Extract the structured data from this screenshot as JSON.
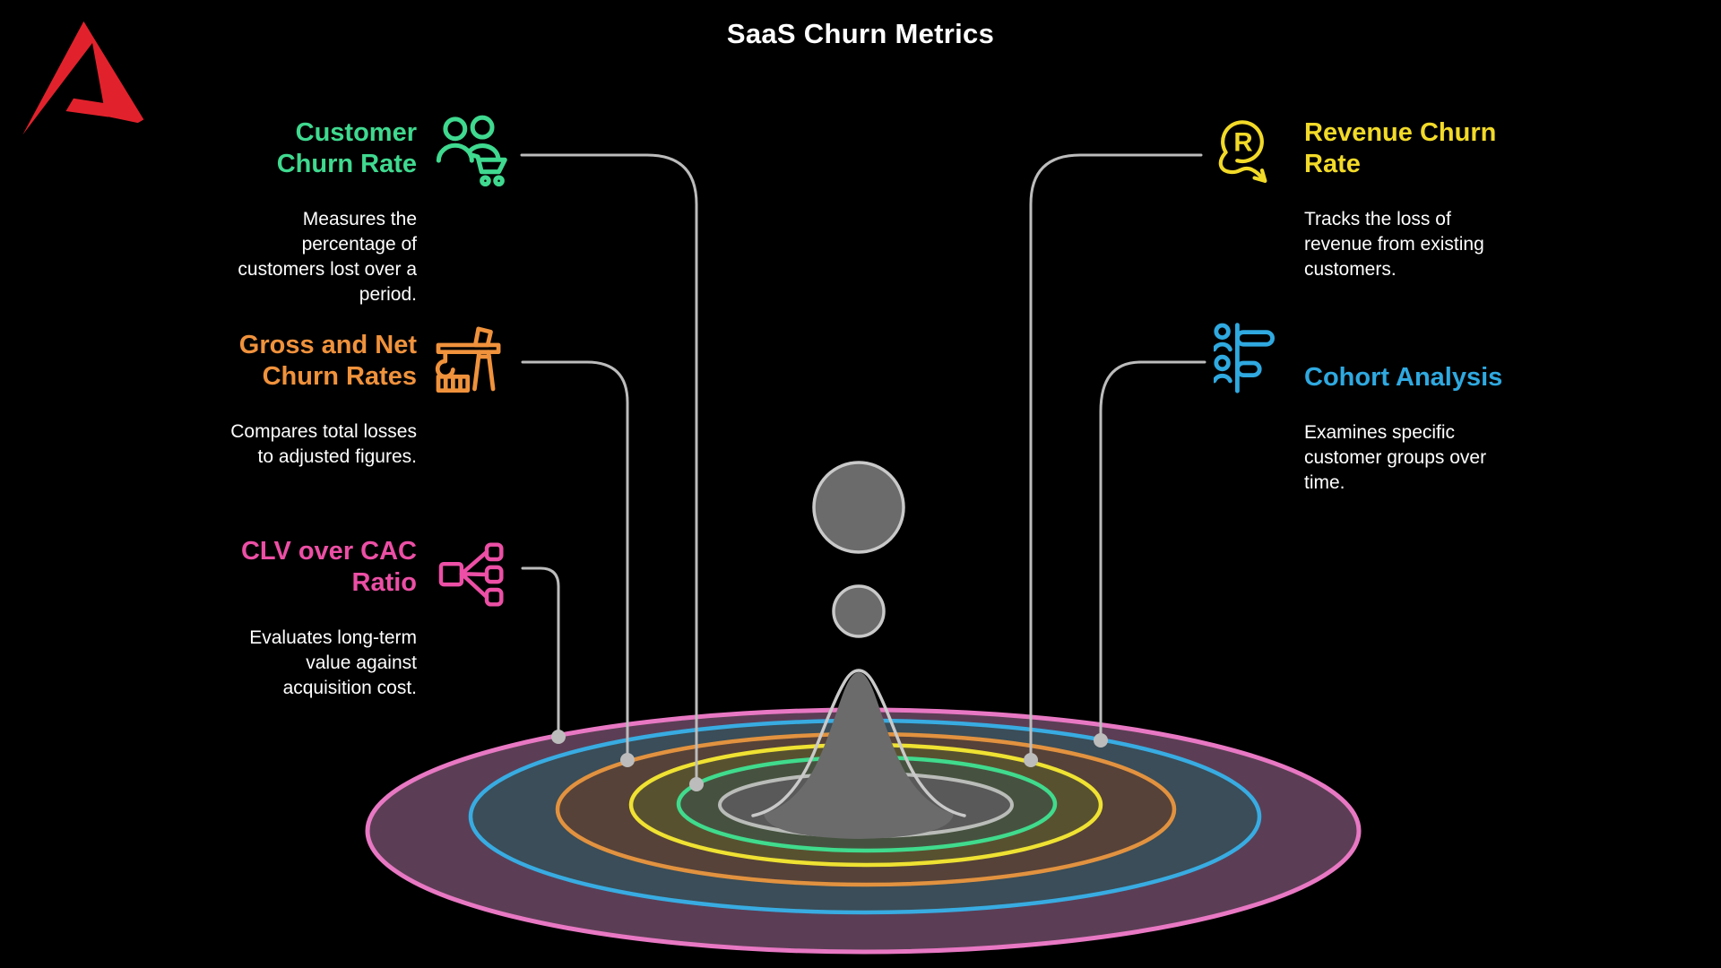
{
  "header": {
    "title": "SaaS Churn Metrics"
  },
  "logo": {
    "label": "brand-mark-a",
    "color": "#e1222c"
  },
  "colors": {
    "background": "#000000",
    "text": "#ffffff",
    "title": "#ffffff",
    "connector": "#bcbcbc",
    "splash_fill": "#6b6b6b",
    "splash_stroke": "#c9c9c9",
    "ring_pink": "#e878c3",
    "band_pink": "#5b3e55",
    "ring_blue": "#38ace2",
    "band_blue": "#3a4d58",
    "ring_orange": "#e2923f",
    "band_orange": "#564238",
    "ring_yellow": "#efe232",
    "band_yellow": "#585130",
    "ring_green": "#40db8d",
    "band_green": "#46523f",
    "ring_gray": "#b9bcb8",
    "band_gray": "#595959"
  },
  "metrics": [
    {
      "id": "customer-churn-rate",
      "title": "Customer Churn Rate",
      "description": "Measures the percentage of customers lost over a period.",
      "color": "#3fd98f",
      "icon": "people-shopping-cart",
      "ring": "green"
    },
    {
      "id": "gross-net-churn-rates",
      "title": "Gross and Net Churn Rates",
      "description": "Compares total losses to adjusted figures.",
      "color": "#f0923c",
      "icon": "construction-crane",
      "ring": "orange"
    },
    {
      "id": "clv-over-cac-ratio",
      "title": "CLV over CAC Ratio",
      "description": "Evaluates long-term value against acquisition cost.",
      "color": "#ec4fa5",
      "icon": "node-branches",
      "ring": "pink"
    },
    {
      "id": "revenue-churn-rate",
      "title": "Revenue Churn Rate",
      "description": "Tracks the loss of revenue from existing customers.",
      "color": "#f2da28",
      "icon": "r-badge-declining-arrow",
      "ring": "yellow"
    },
    {
      "id": "cohort-analysis",
      "title": "Cohort Analysis",
      "description": "Examines specific customer groups over time.",
      "color": "#2fa9e0",
      "icon": "people-timeline-bars",
      "ring": "blue"
    }
  ]
}
